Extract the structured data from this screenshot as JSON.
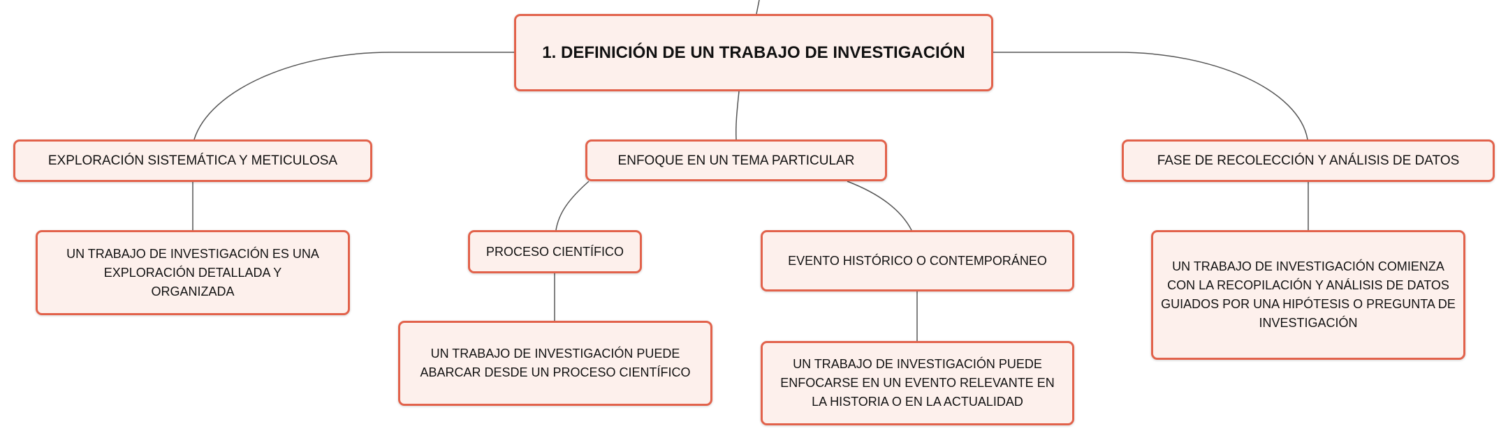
{
  "colors": {
    "node_fill": "#fdf0ec",
    "node_border": "#e2624b",
    "connector": "#555555",
    "text": "#111111"
  },
  "root": {
    "text": "1. DEFINICIÓN DE UN TRABAJO DE INVESTIGACIÓN"
  },
  "branches": [
    {
      "text": "EXPLORACIÓN SISTEMÁTICA Y METICULOSA",
      "detail": "UN TRABAJO DE INVESTIGACIÓN ES UNA EXPLORACIÓN DETALLADA Y ORGANIZADA"
    },
    {
      "text": "ENFOQUE EN UN TEMA PARTICULAR",
      "children": [
        {
          "text": "PROCESO CIENTÍFICO",
          "detail": "UN TRABAJO DE INVESTIGACIÓN PUEDE ABARCAR DESDE UN PROCESO CIENTÍFICO"
        },
        {
          "text": "EVENTO HISTÓRICO O CONTEMPORÁNEO",
          "detail": "UN TRABAJO DE INVESTIGACIÓN PUEDE ENFOCARSE EN UN EVENTO RELEVANTE EN LA HISTORIA O EN LA ACTUALIDAD"
        }
      ]
    },
    {
      "text": "FASE DE RECOLECCIÓN Y ANÁLISIS DE DATOS",
      "detail": "UN TRABAJO DE INVESTIGACIÓN COMIENZA CON LA RECOPILACIÓN Y ANÁLISIS DE DATOS GUIADOS POR UNA HIPÓTESIS O PREGUNTA DE INVESTIGACIÓN"
    }
  ]
}
